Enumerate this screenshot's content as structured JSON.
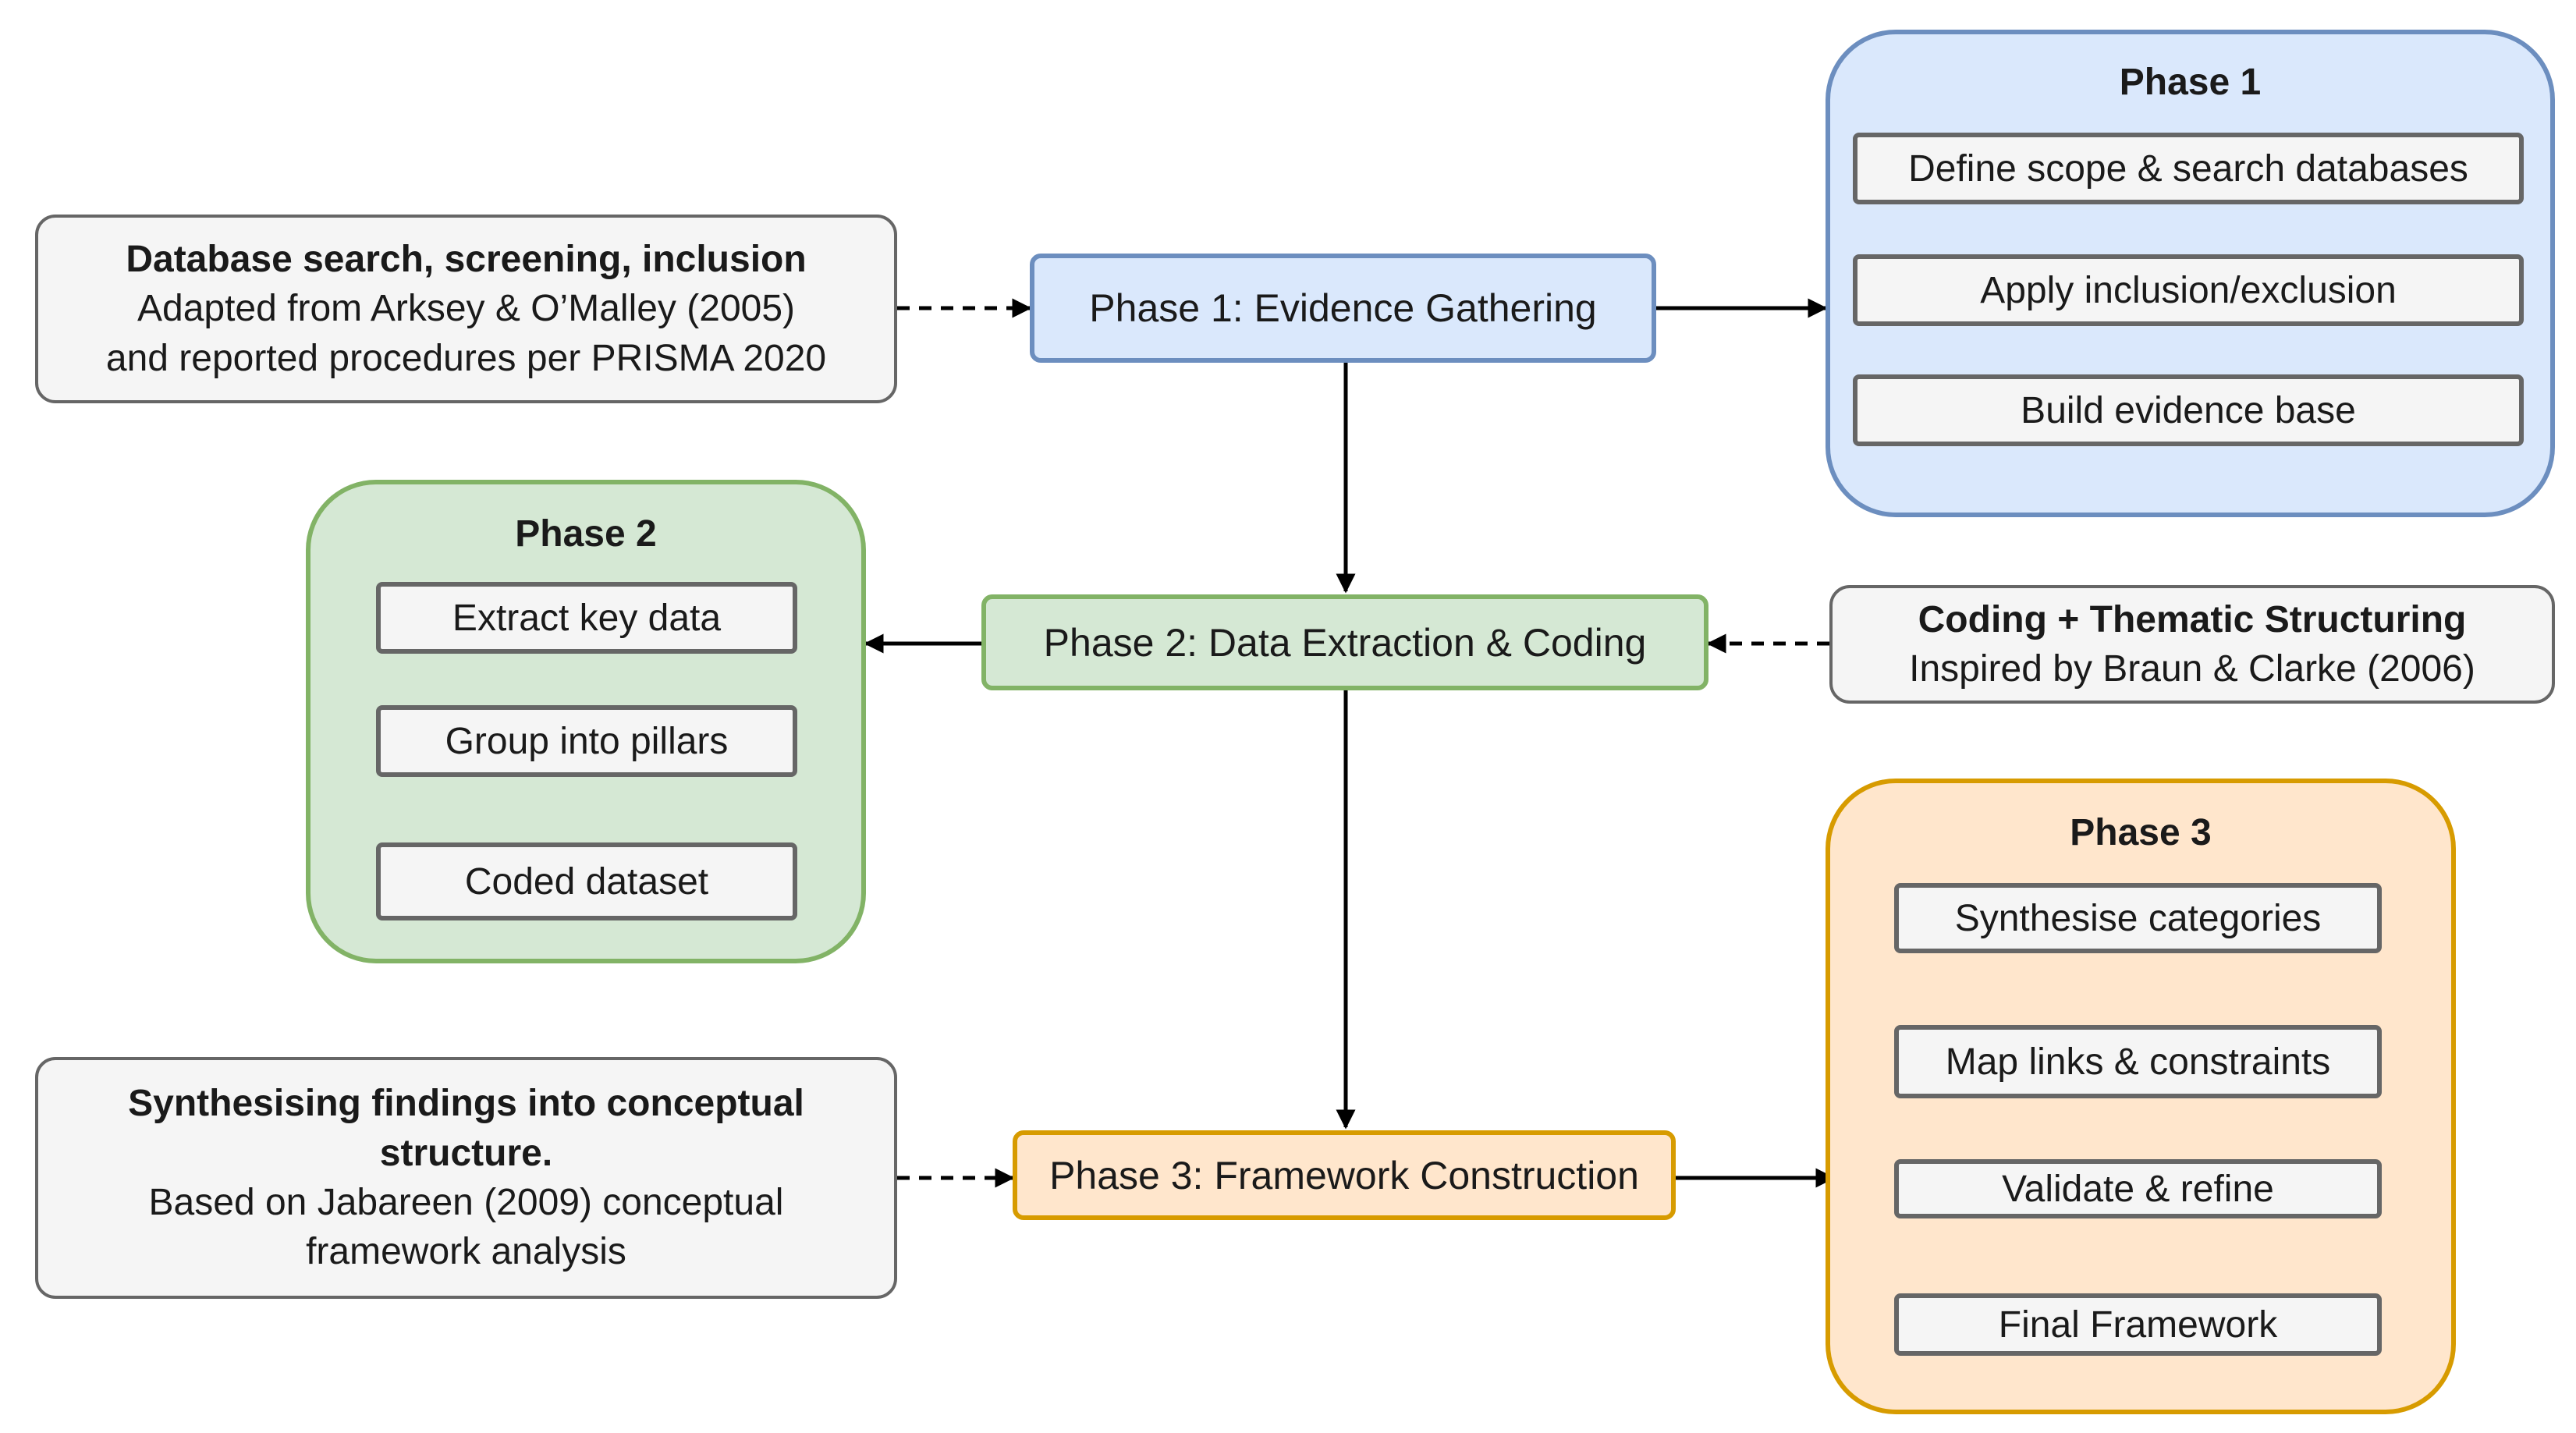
{
  "diagram": {
    "main_flow": {
      "phase1": "Phase 1: Evidence Gathering",
      "phase2": "Phase 2: Data Extraction & Coding",
      "phase3": "Phase 3: Framework Construction"
    },
    "groups": {
      "phase1": {
        "title": "Phase 1",
        "steps": [
          "Define scope & search databases",
          "Apply inclusion/exclusion",
          "Build evidence base"
        ]
      },
      "phase2": {
        "title": "Phase 2",
        "steps": [
          "Extract key data",
          "Group into pillars",
          "Coded dataset"
        ]
      },
      "phase3": {
        "title": "Phase 3",
        "steps": [
          "Synthesise categories",
          "Map links & constraints",
          "Validate & refine",
          "Final Framework"
        ]
      }
    },
    "notes": {
      "phase1": {
        "title": "Database search, screening, inclusion",
        "line1": "Adapted from Arksey & O’Malley (2005)",
        "line2": "and reported procedures per PRISMA 2020"
      },
      "phase2": {
        "title": "Coding + Thematic Structuring",
        "line1": "Inspired by Braun & Clarke (2006)"
      },
      "phase3": {
        "title_line1": "Synthesising findings into conceptual",
        "title_line2": "structure.",
        "line1": "Based on Jabareen (2009) conceptual",
        "line2": "framework analysis"
      }
    },
    "colors": {
      "blue_fill": "#dae8fc",
      "blue_stroke": "#6c8ebf",
      "green_fill": "#d5e8d4",
      "green_stroke": "#82b366",
      "orange_fill": "#ffe6cc",
      "orange_stroke": "#d79b00",
      "neutral_fill": "#f5f5f5",
      "neutral_stroke": "#666666"
    }
  }
}
